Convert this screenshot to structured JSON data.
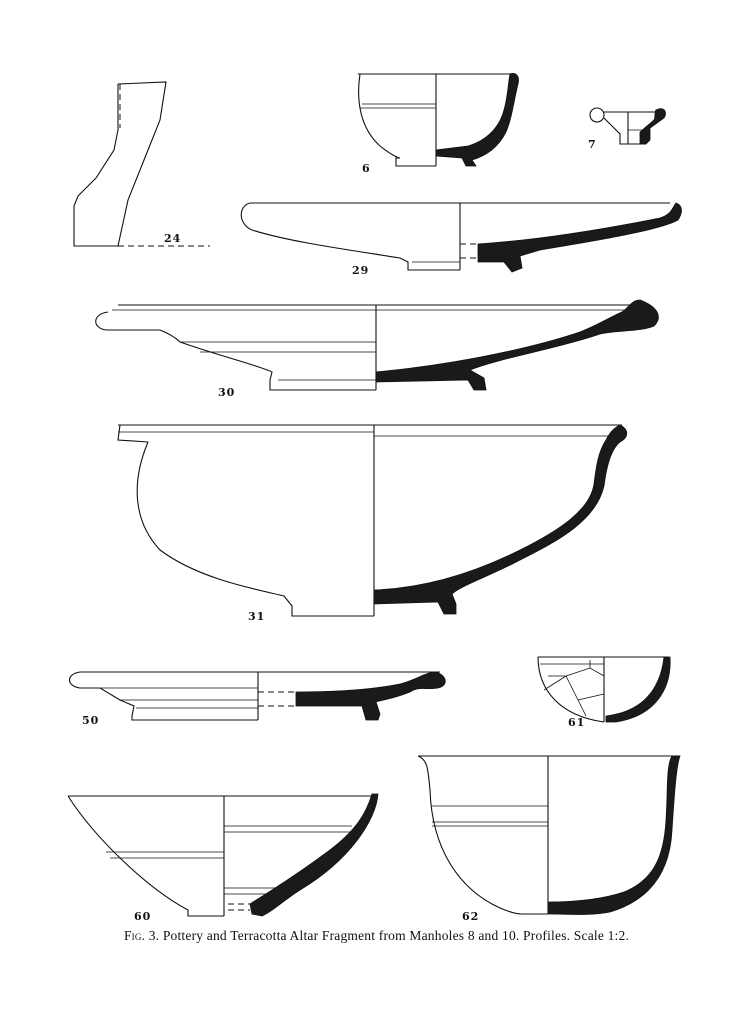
{
  "figure": {
    "caption_prefix": "Fig. 3.",
    "caption_text": "Pottery and Terracotta Altar Fragment from Manholes 8 and 10.  Profiles.  Scale 1:2."
  },
  "profiles": [
    {
      "key": "p24",
      "number": "24"
    },
    {
      "key": "p6",
      "number": "6"
    },
    {
      "key": "p7",
      "number": "7"
    },
    {
      "key": "p29",
      "number": "29"
    },
    {
      "key": "p30",
      "number": "30"
    },
    {
      "key": "p31",
      "number": "31"
    },
    {
      "key": "p50",
      "number": "50"
    },
    {
      "key": "p61",
      "number": "61"
    },
    {
      "key": "p60",
      "number": "60"
    },
    {
      "key": "p62",
      "number": "62"
    }
  ]
}
